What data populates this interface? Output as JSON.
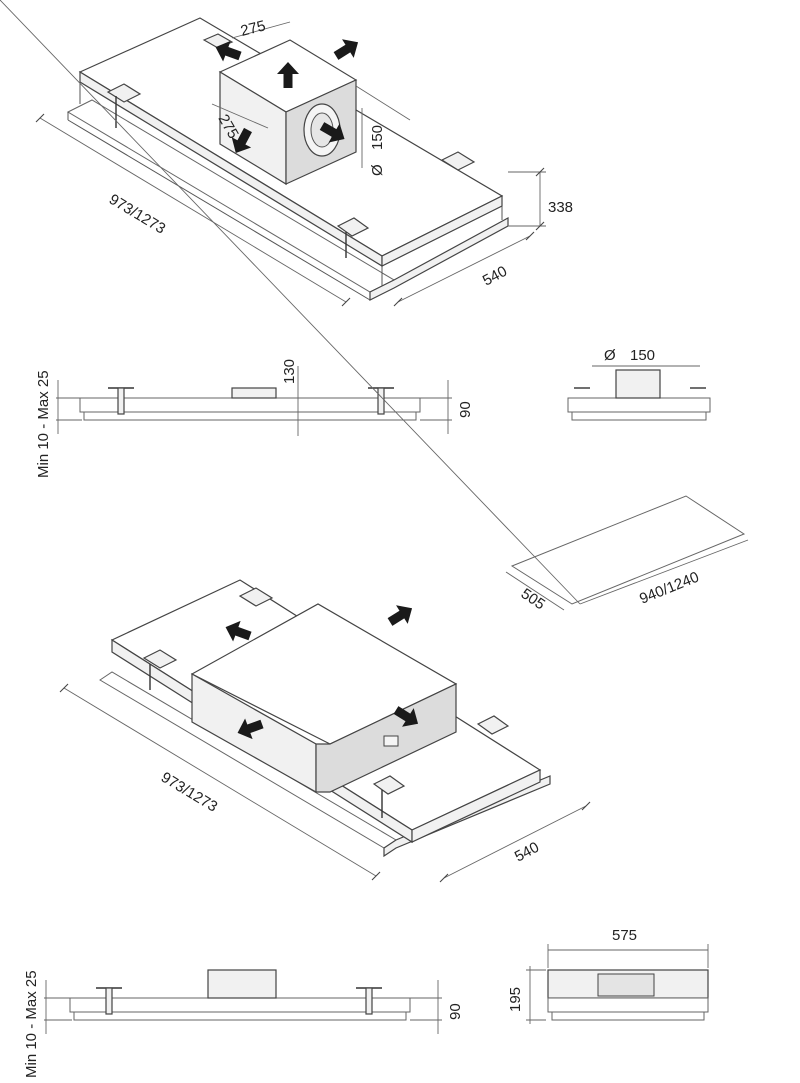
{
  "view1": {
    "width_label": "973/1273",
    "depth_label": "540",
    "height_label": "338",
    "box_w_label": "275",
    "box_d_label": "275",
    "outlet_label": "150",
    "diam_symbol": "Ø"
  },
  "view2_side": {
    "clearance_label": "Min 10 - Max 25",
    "duct_h_label": "130",
    "body_h_label": "90"
  },
  "view2_end": {
    "diam_symbol": "Ø",
    "duct_label": "150"
  },
  "cutout": {
    "width_label": "505",
    "length_label": "940/1240"
  },
  "view3": {
    "width_label": "973/1273",
    "depth_label": "540"
  },
  "view4_side": {
    "clearance_label": "Min 10 - Max 25",
    "body_h_label": "90"
  },
  "view4_end": {
    "width_label": "575",
    "height_label": "195"
  },
  "icons": {
    "arrow": "airflow-arrow-icon",
    "diameter": "diameter-symbol-icon"
  },
  "colors": {
    "line": "#444444",
    "arrow": "#1a1a1a",
    "background": "#ffffff"
  }
}
